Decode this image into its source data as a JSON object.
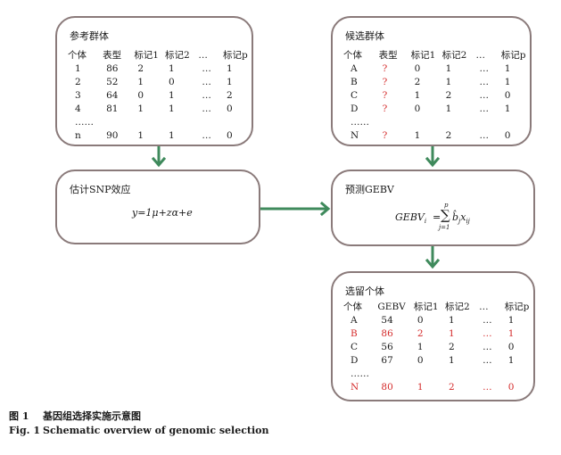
{
  "reference": {
    "title": "参考群体",
    "headers": [
      "个体",
      "表型",
      "标记1",
      "标记2",
      "…",
      "标记p"
    ],
    "rows": [
      [
        "1",
        "86",
        "2",
        "1",
        "…",
        "1"
      ],
      [
        "2",
        "52",
        "1",
        "0",
        "…",
        "1"
      ],
      [
        "3",
        "64",
        "0",
        "1",
        "…",
        "2"
      ],
      [
        "4",
        "81",
        "1",
        "1",
        "…",
        "0"
      ],
      [
        "……",
        "",
        "",
        "",
        "",
        ""
      ],
      [
        "n",
        "90",
        "1",
        "1",
        "…",
        "0"
      ]
    ]
  },
  "candidate": {
    "title": "候选群体",
    "headers": [
      "个体",
      "表型",
      "标记1",
      "标记2",
      "…",
      "标记p"
    ],
    "rows": [
      [
        "A",
        "?",
        "0",
        "1",
        "…",
        "1"
      ],
      [
        "B",
        "?",
        "2",
        "1",
        "…",
        "1"
      ],
      [
        "C",
        "?",
        "1",
        "2",
        "…",
        "0"
      ],
      [
        "D",
        "?",
        "0",
        "1",
        "…",
        "1"
      ],
      [
        "……",
        "",
        "",
        "",
        "",
        ""
      ],
      [
        "N",
        "?",
        "1",
        "2",
        "…",
        "0"
      ]
    ]
  },
  "snp": {
    "title": "估计SNP效应",
    "formula": "y=1μ+zα+e"
  },
  "gebv": {
    "title": "预测GEBV",
    "lhs": "GEBV",
    "lhs_sub": "i",
    "eq": "=",
    "sum_top": "p",
    "sum_sign": "∑",
    "sum_bottom": "j=1",
    "term_b": "b̂",
    "term_b_sub": "j",
    "term_x": "x",
    "term_x_sub": "ij"
  },
  "selected": {
    "title": "选留个体",
    "headers": [
      "个体",
      "GEBV",
      "标记1",
      "标记2",
      "…",
      "标记p"
    ],
    "rows": [
      [
        "A",
        "54",
        "0",
        "1",
        "…",
        "1"
      ],
      [
        "B",
        "86",
        "2",
        "1",
        "…",
        "1"
      ],
      [
        "C",
        "56",
        "1",
        "2",
        "…",
        "0"
      ],
      [
        "D",
        "67",
        "0",
        "1",
        "…",
        "1"
      ],
      [
        "……",
        "",
        "",
        "",
        "",
        ""
      ],
      [
        "N",
        "80",
        "1",
        "2",
        "…",
        "0"
      ]
    ],
    "highlighted_rows": [
      1,
      5
    ]
  },
  "caption": {
    "cn_num": "图 1",
    "cn_text": "基因组选择实施示意图",
    "en_num": "Fig. 1",
    "en_text": "Schematic overview of genomic selection"
  },
  "colors": {
    "arrow": "#3f8a5c",
    "border": "#8a7a7a",
    "highlight": "#d42a2a"
  }
}
